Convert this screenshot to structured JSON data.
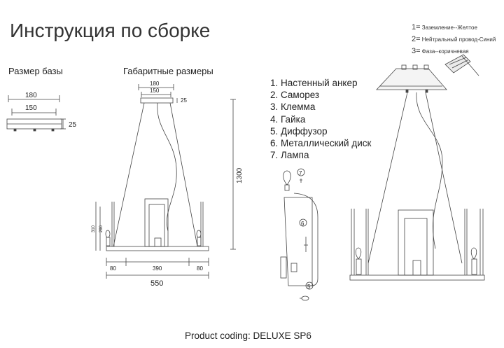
{
  "title": "Инструкция по сборке",
  "base_section": {
    "label": "Размер базы",
    "width_outer": "180",
    "width_inner": "150",
    "height": "25"
  },
  "overall_section": {
    "label": "Габаритные размеры",
    "canopy_outer": "180",
    "canopy_inner": "150",
    "canopy_height": "25",
    "cable_length": "1300",
    "side_height_outer": "310",
    "side_height_inner": "290",
    "span_left": "80",
    "span_middle": "390",
    "span_right": "80",
    "total_width": "550"
  },
  "parts": [
    "1. Настенный анкер",
    "2. Саморез",
    "3. Клемма",
    "4. Гайка",
    "5. Диффузор",
    "6. Металлический диск",
    "7. Лампа"
  ],
  "callouts": [
    "7",
    "6",
    "5"
  ],
  "wiring_legend": [
    {
      "num": "1=",
      "text": "Заземление--Желтое"
    },
    {
      "num": "2=",
      "text": "Нейтральный провод-Синий"
    },
    {
      "num": "3=",
      "text": "Фаза--коричневая"
    }
  ],
  "product_code": "Product coding: DELUXE SP6"
}
